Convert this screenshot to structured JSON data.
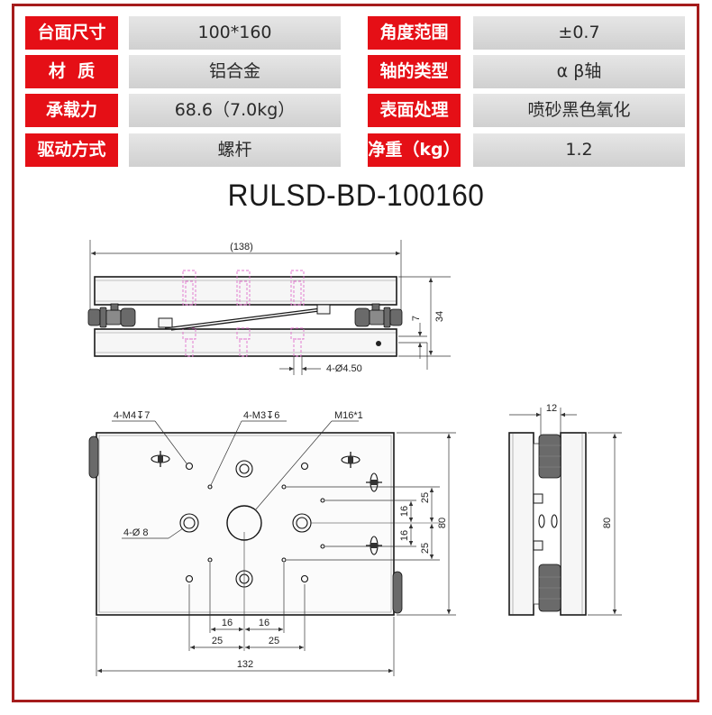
{
  "specs": [
    {
      "label_a": "台面尺寸",
      "value_a": "100*160",
      "label_b": "角度范围",
      "value_b": "±0.7"
    },
    {
      "label_a": "材  质",
      "value_a": "铝合金",
      "label_b": "轴的类型",
      "value_b": "α β轴"
    },
    {
      "label_a": "承载力",
      "value_a": "68.6（7.0kg）",
      "label_b": "表面处理",
      "value_b": "喷砂黑色氧化"
    },
    {
      "label_a": "驱动方式",
      "value_a": "螺杆",
      "label_b": "净重（kg）",
      "value_b": "1.2"
    }
  ],
  "model": "RULSD-BD-100160",
  "side_view": {
    "length": "(138)",
    "height": "34",
    "step": "7",
    "hole": "4-Ø4.50"
  },
  "top_view": {
    "thread_m4": "4-M4↧7",
    "thread_m3": "4-M3↧6",
    "center_thread": "M16*1",
    "counterbore": "4-Ø 8",
    "pitch_inner": "16",
    "pitch_outer": "25",
    "width": "80",
    "length": "132"
  },
  "end_view": {
    "thickness": "12",
    "width": "80"
  },
  "colors": {
    "frame": "#a51c1c",
    "label_bg": "#e50f16",
    "value_bg": "#d9d9d9",
    "hidden_line": "#e070cc"
  }
}
